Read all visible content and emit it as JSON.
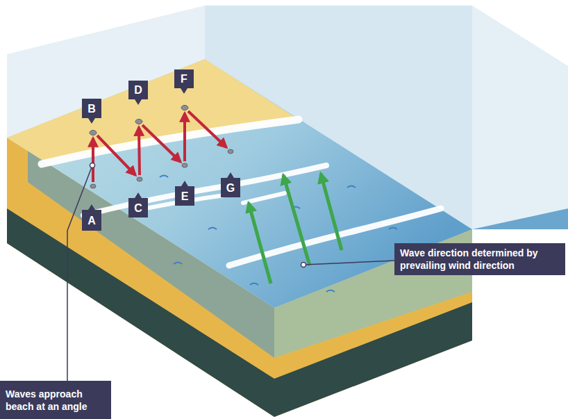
{
  "diagram": {
    "nodes": [
      {
        "text": [
          "A"
        ]
      },
      {
        "text": [
          "B"
        ]
      },
      {
        "text": [
          "C"
        ]
      },
      {
        "text": [
          "D"
        ]
      },
      {
        "text": [
          "E"
        ]
      },
      {
        "text": [
          "F"
        ]
      },
      {
        "text": [
          "G"
        ]
      },
      {
        "text": [
          "Wave direction determined by prevailing wind direction"
        ]
      },
      {
        "text": [
          "Waves approach beach at an angle"
        ]
      }
    ]
  }
}
